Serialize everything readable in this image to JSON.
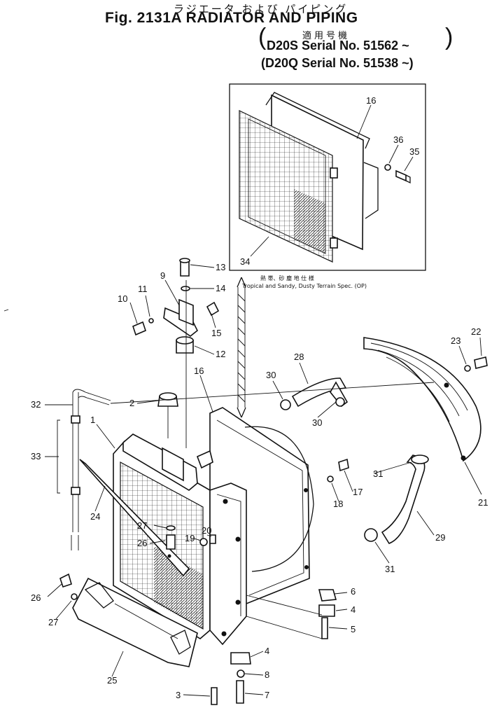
{
  "header": {
    "jp_title": "ラジエータ および パイピング",
    "fig_title": "Fig. 2131A  RADIATOR  AND  PIPING",
    "applicability_jp": "適用号機",
    "serial_1": "D20S  Serial  No. 51562 ~",
    "serial_2": "(D20Q  Serial  No. 51538 ~)"
  },
  "inset": {
    "note_jp": "熱 帯、砂 塵 地 仕 様",
    "note_en": "Tropical  and  Sandy, Dusty  Terrain  Spec. (OP)",
    "labels": [
      "16",
      "36",
      "35",
      "34"
    ]
  },
  "callouts": [
    "1",
    "2",
    "3",
    "4",
    "4",
    "5",
    "6",
    "7",
    "8",
    "9",
    "10",
    "11",
    "12",
    "13",
    "14",
    "15",
    "16",
    "17",
    "18",
    "19",
    "20",
    "21",
    "22",
    "23",
    "24",
    "25",
    "26",
    "26",
    "27",
    "27",
    "28",
    "29",
    "30",
    "30",
    "31",
    "31",
    "32",
    "33"
  ]
}
